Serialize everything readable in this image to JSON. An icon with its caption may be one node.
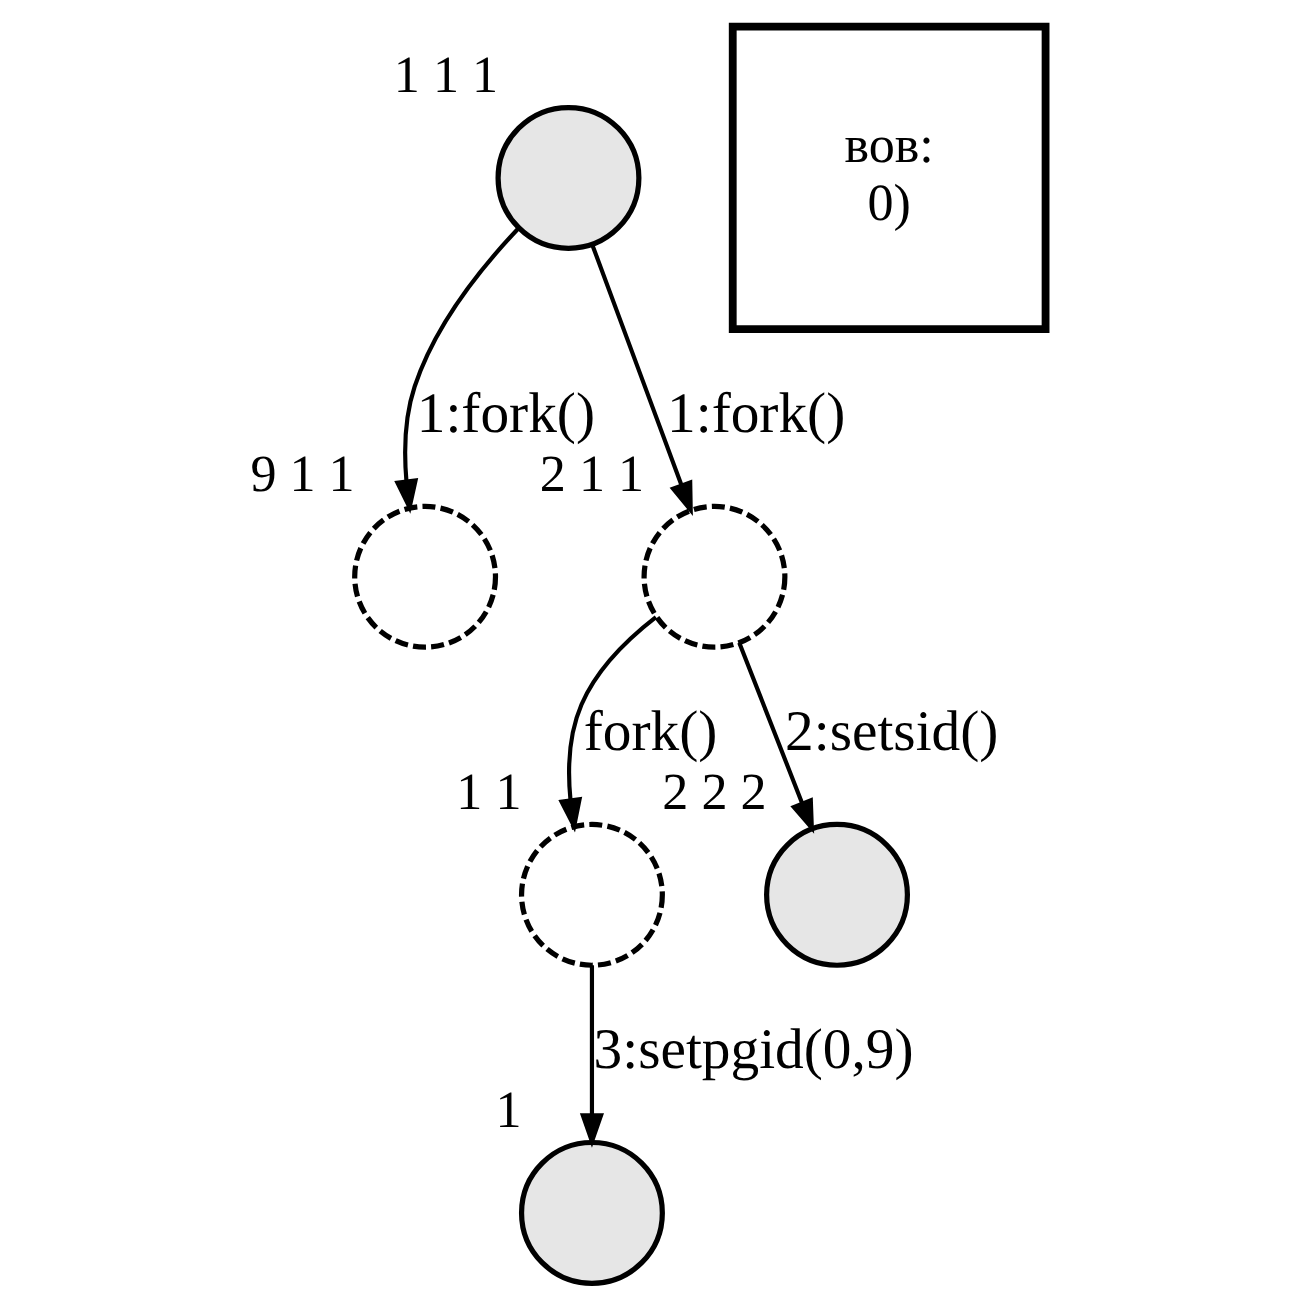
{
  "diagram": {
    "nodes": [
      {
        "text": [],
        "shape": "circle",
        "beside": [
          "1 1 1"
        ]
      },
      {
        "text": [],
        "shape": "circle",
        "beside": [
          "9 1 1"
        ]
      },
      {
        "text": [],
        "shape": "circle",
        "beside": [
          "2 1 1"
        ]
      },
      {
        "text": [],
        "shape": "circle",
        "beside": [
          "1 1"
        ]
      },
      {
        "text": [],
        "shape": "circle",
        "beside": [
          "2 2 2"
        ]
      },
      {
        "text": [],
        "shape": "circle",
        "beside": [
          "1"
        ]
      },
      {
        "text": [
          "вов:",
          "0)"
        ]
      }
    ],
    "edges": [
      {
        "from": 0,
        "to": 1,
        "arrow": "to",
        "label": "1:fork()"
      },
      {
        "from": 0,
        "to": 2,
        "arrow": "to",
        "label": "1:fork()"
      },
      {
        "from": 2,
        "to": 3,
        "arrow": "to",
        "label": "fork()"
      },
      {
        "from": 2,
        "to": 4,
        "arrow": "to",
        "label": "2:setsid()"
      },
      {
        "from": 3,
        "to": 5,
        "arrow": "to",
        "label": "3:setpgid(0,9)"
      }
    ]
  }
}
